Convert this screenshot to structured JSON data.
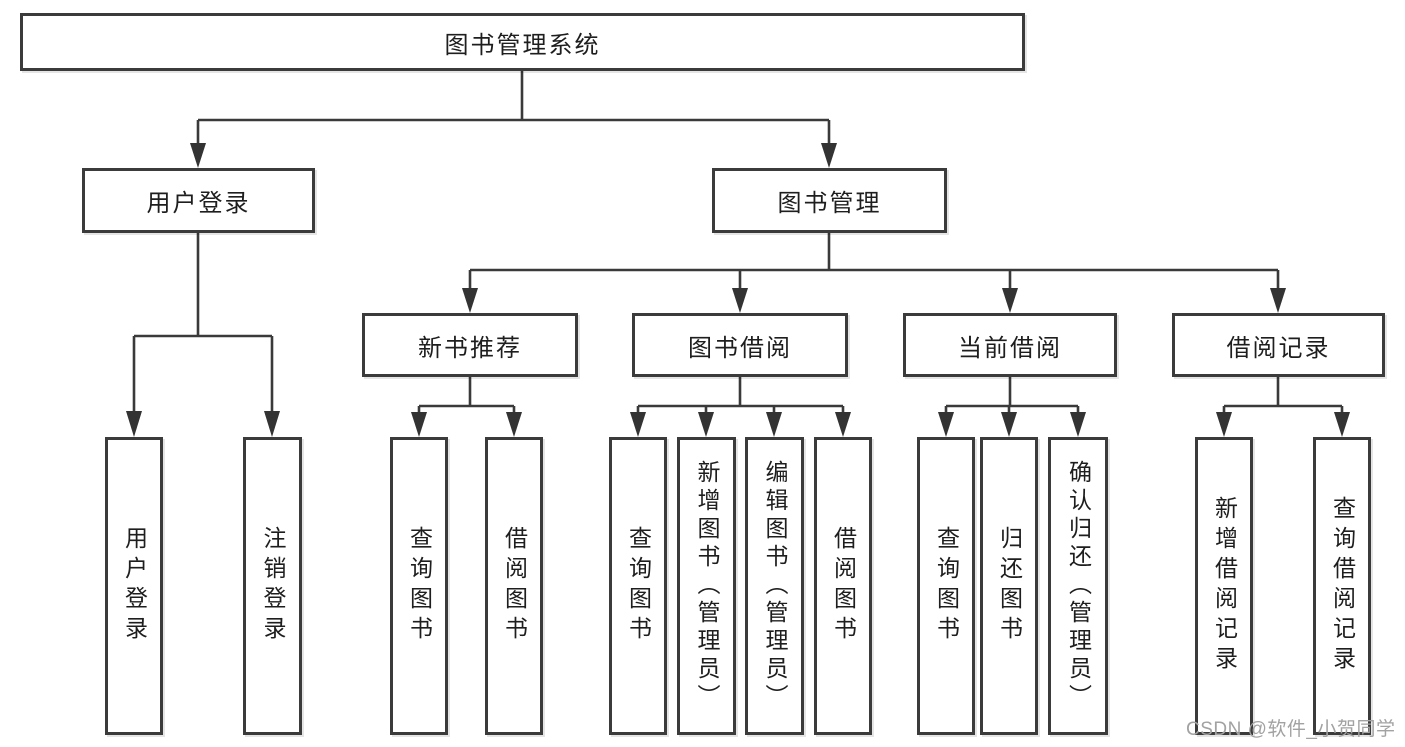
{
  "tree": {
    "label": "图书管理系统",
    "children": [
      {
        "label": "用户登录",
        "children": [
          {
            "label": "用户登录"
          },
          {
            "label": "注销登录"
          }
        ]
      },
      {
        "label": "图书管理",
        "children": [
          {
            "label": "新书推荐",
            "children": [
              {
                "label": "查询图书"
              },
              {
                "label": "借阅图书"
              }
            ]
          },
          {
            "label": "图书借阅",
            "children": [
              {
                "label": "查询图书"
              },
              {
                "label": "新增图书（管理员）"
              },
              {
                "label": "编辑图书（管理员）"
              },
              {
                "label": "借阅图书"
              }
            ]
          },
          {
            "label": "当前借阅",
            "children": [
              {
                "label": "查询图书"
              },
              {
                "label": "归还图书"
              },
              {
                "label": "确认归还（管理员）"
              }
            ]
          },
          {
            "label": "借阅记录",
            "children": [
              {
                "label": "新增借阅记录"
              },
              {
                "label": "查询借阅记录"
              }
            ]
          }
        ]
      }
    ]
  },
  "watermark": {
    "text": "CSDN @软件_小贺同学"
  },
  "colors": {
    "line": "#3a3a3a",
    "box_border": "#3b3b3b",
    "text": "#1e1e1e",
    "watermark": "#a2a2a2",
    "background": "#ffffff"
  }
}
